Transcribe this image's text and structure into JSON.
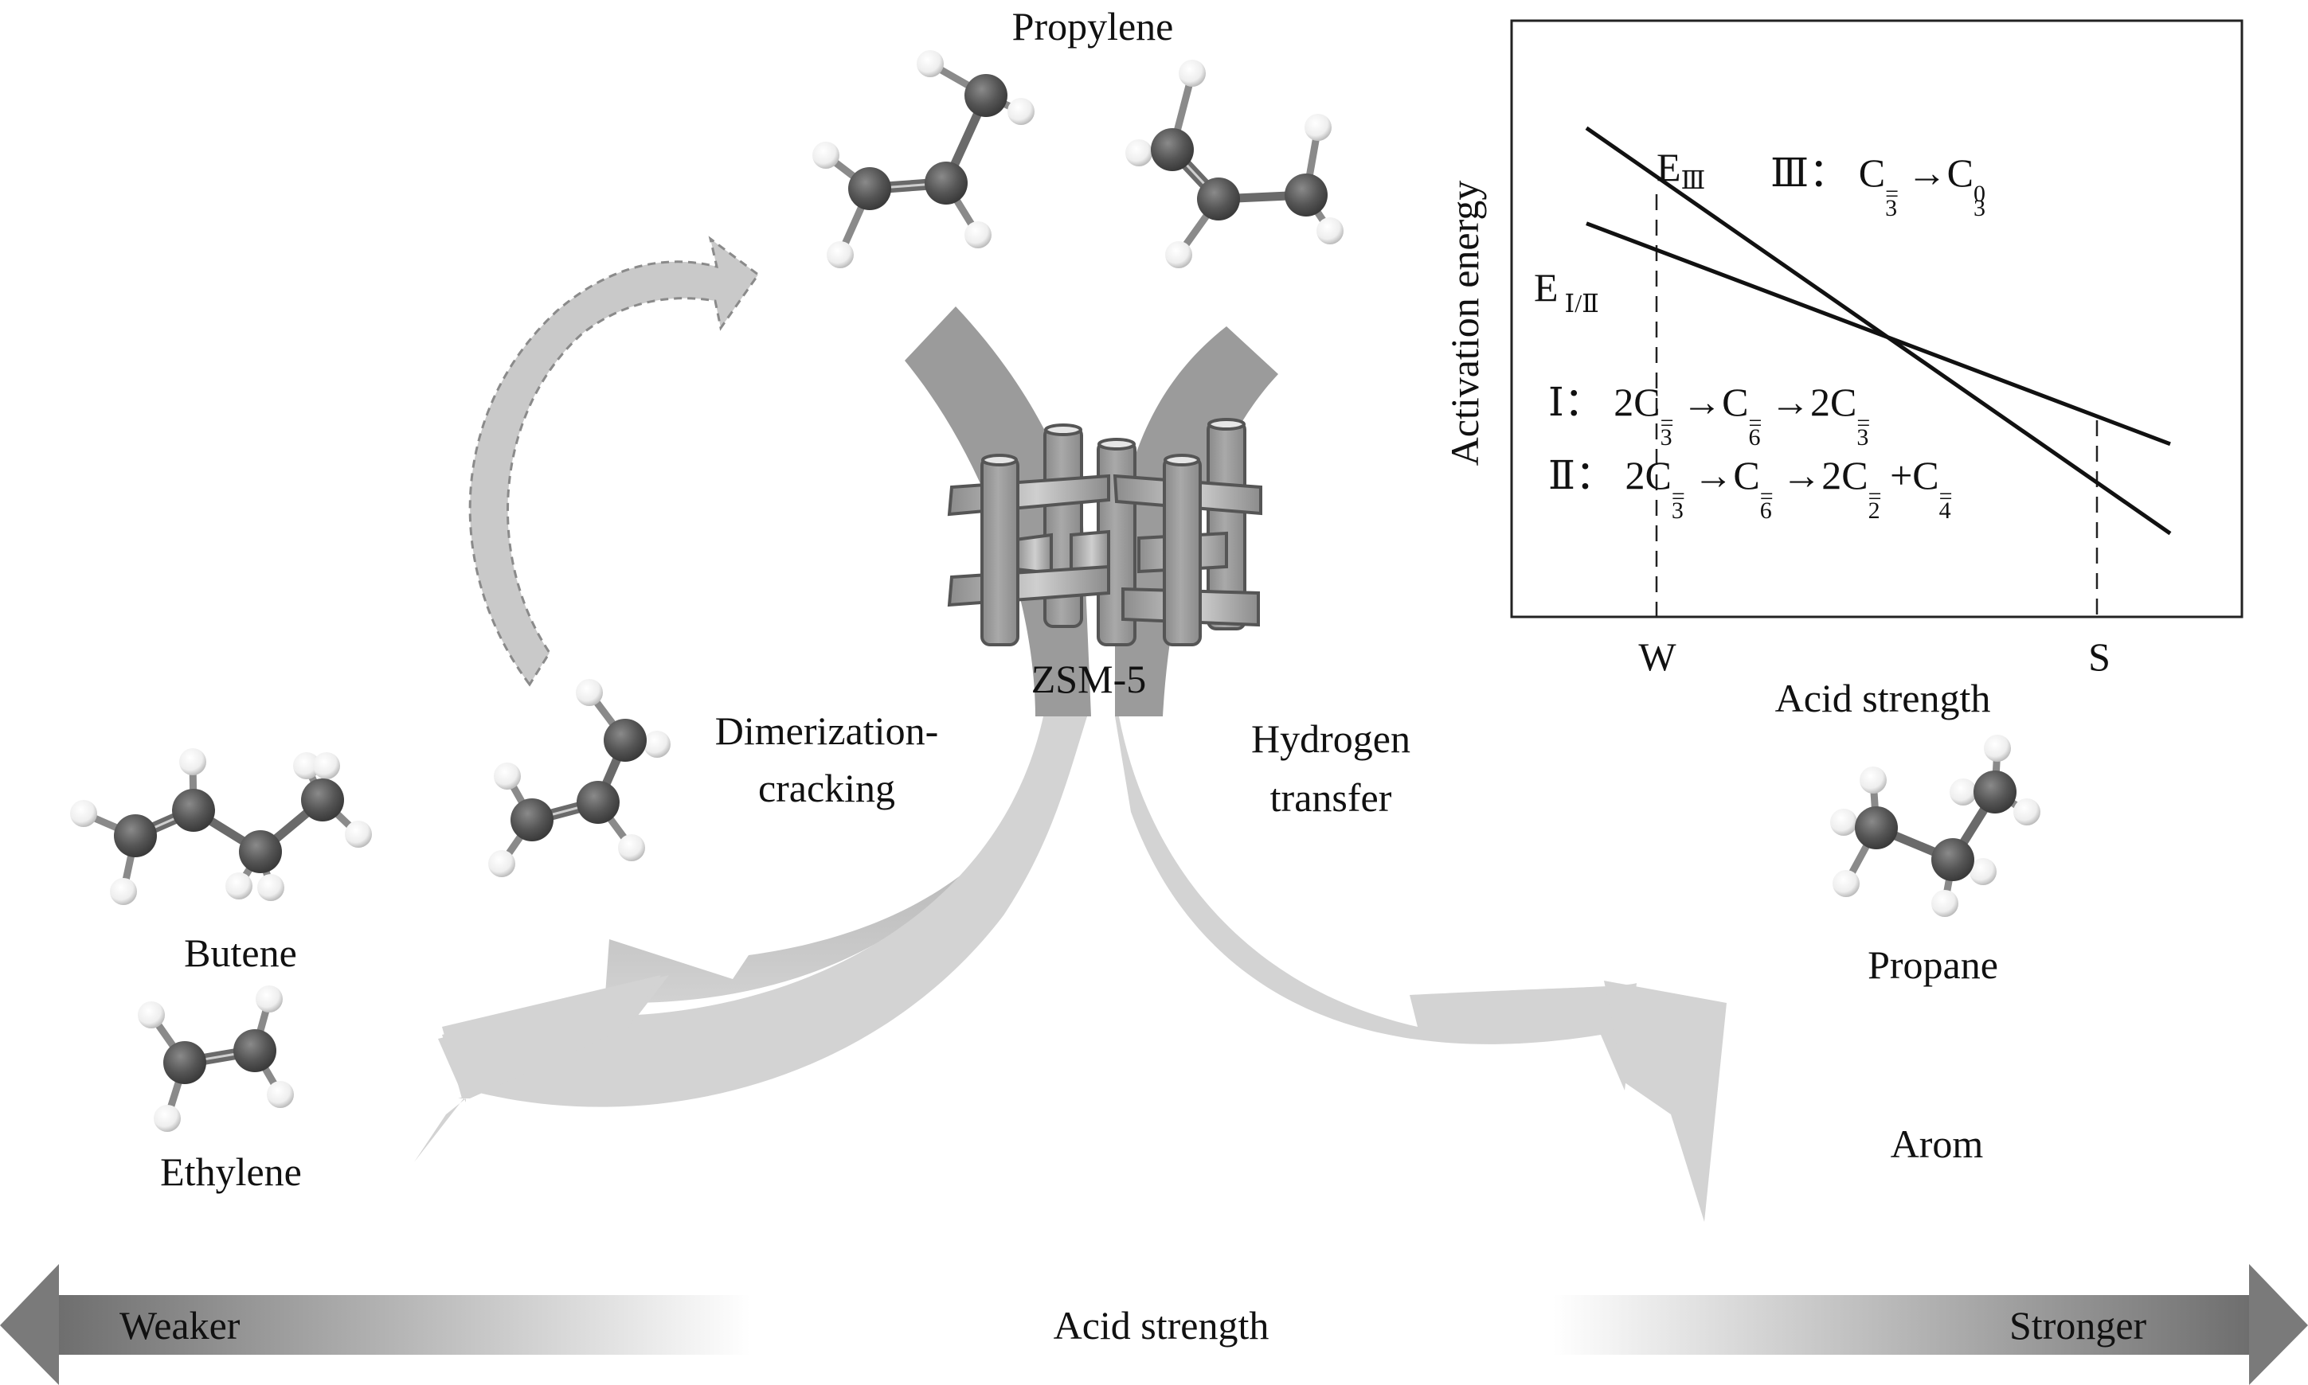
{
  "figure": {
    "molecules": {
      "propylene": "Propylene",
      "butene": "Butene",
      "ethylene": "Ethylene",
      "propane": "Propane",
      "arom": "Arom"
    },
    "catalyst": "ZSM-5",
    "pathways": {
      "left": [
        "Dimerization-",
        "cracking"
      ],
      "right": [
        "Hydrogen",
        "transfer"
      ]
    },
    "acid_bar": {
      "weak_label": "Weaker",
      "center_label": "Acid strength",
      "strong_label": "Stronger"
    },
    "colors": {
      "arrow_dark": "#9a9a9a",
      "arrow_light": "#d4d4d4",
      "carbon": "#5a5a5a",
      "hydrogen": "#f0f0f0",
      "bar_dark": "#7a7a7a"
    }
  },
  "chart_data": {
    "type": "line",
    "title": "",
    "xlabel": "Acid strength",
    "ylabel": "Activation energy",
    "x_ticks": [
      "W",
      "S"
    ],
    "axis_values": "qualitative (no numeric scale)",
    "series": [
      {
        "name": "E_III",
        "label_main": "E",
        "label_sub": "Ⅲ",
        "trend": "steep decrease",
        "relative_start": 0.82,
        "relative_end": 0.14
      },
      {
        "name": "E_I/II",
        "label_main": "E",
        "label_sub": "Ⅰ/Ⅱ",
        "trend": "shallow decrease",
        "relative_start": 0.66,
        "relative_end": 0.29
      }
    ],
    "crossover": "between W and S, E_III falls below E_I/II",
    "reactions": [
      {
        "id": "Ⅲ",
        "text": "Ⅲ： C3= → C3 0"
      },
      {
        "id": "Ⅰ",
        "text": "Ⅰ： 2C3= → C6= → 2C3="
      },
      {
        "id": "Ⅱ",
        "text": "Ⅱ： 2C3= → C6= → 2C2= + C4="
      }
    ],
    "grid": false,
    "reference_lines": [
      "W (dashed vertical)",
      "S (dashed vertical)"
    ]
  }
}
